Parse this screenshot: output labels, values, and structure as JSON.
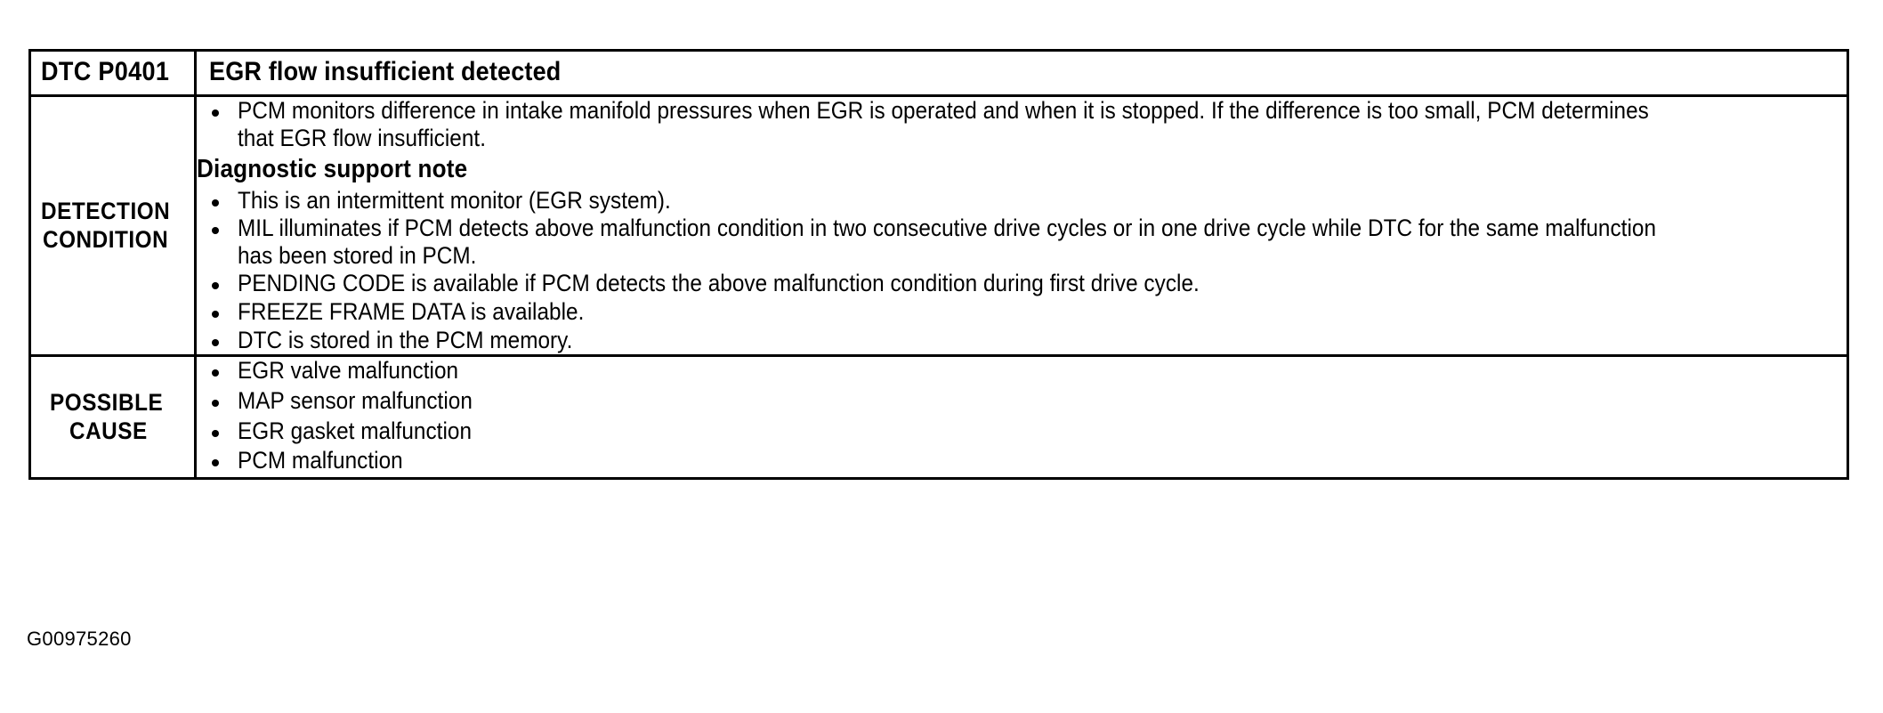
{
  "document": {
    "caption": "G00975260"
  },
  "table": {
    "header": {
      "code_label": "DTC P0401",
      "description": "EGR flow insufficient detected"
    },
    "rows": [
      {
        "label_line1": "DETECTION",
        "label_line2": "CONDITION",
        "intro_bullets": [
          "PCM monitors difference in intake manifold pressures when EGR is operated and when it is stopped. If the difference is too small, PCM determines that EGR flow insufficient."
        ],
        "subheading": "Diagnostic support note",
        "note_bullets": [
          "This is an intermittent monitor (EGR system).",
          "MIL illuminates if PCM detects above malfunction condition in two consecutive drive cycles or in one drive cycle while DTC for the same malfunction has been stored in PCM.",
          "PENDING CODE is available if PCM detects the above malfunction condition during first drive cycle.",
          "FREEZE FRAME DATA is available.",
          "DTC is stored in the PCM memory."
        ]
      },
      {
        "label_line1": "POSSIBLE",
        "label_line2": "CAUSE",
        "cause_bullets": [
          "EGR valve malfunction",
          "MAP sensor malfunction",
          "EGR gasket malfunction",
          "PCM malfunction"
        ]
      }
    ]
  }
}
